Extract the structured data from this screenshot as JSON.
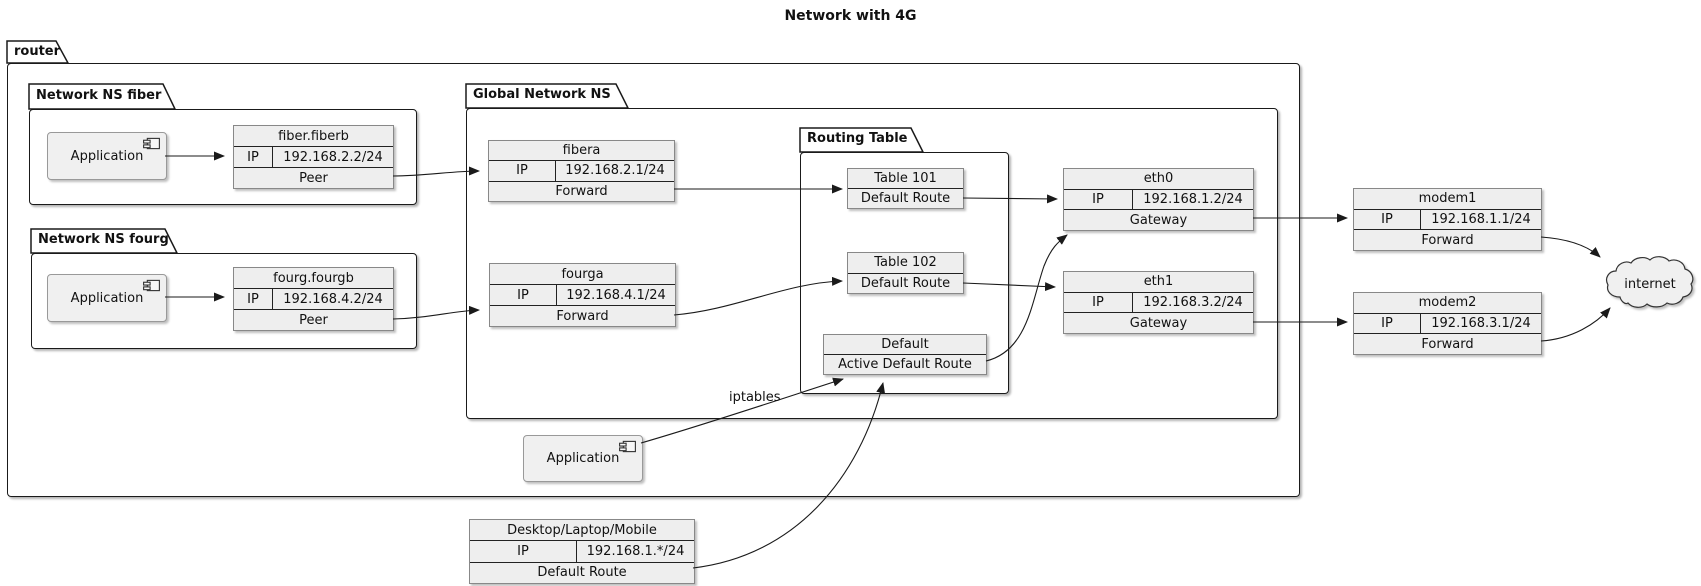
{
  "title": "Network with 4G",
  "frames": {
    "router": "router",
    "ns_fiber": "Network NS fiber",
    "ns_fourg": "Network NS fourg",
    "global_ns": "Global Network NS",
    "routing": "Routing Table"
  },
  "components": {
    "app_fiber": "Application",
    "app_fourg": "Application",
    "app_global": "Application"
  },
  "tables": {
    "fiberb": {
      "title": "fiber.fiberb",
      "ip_label": "IP",
      "ip": "192.168.2.2/24",
      "footer": "Peer"
    },
    "fourgb": {
      "title": "fourg.fourgb",
      "ip_label": "IP",
      "ip": "192.168.4.2/24",
      "footer": "Peer"
    },
    "fibera": {
      "title": "fibera",
      "ip_label": "IP",
      "ip": "192.168.2.1/24",
      "footer": "Forward"
    },
    "fourga": {
      "title": "fourga",
      "ip_label": "IP",
      "ip": "192.168.4.1/24",
      "footer": "Forward"
    },
    "table101": {
      "title": "Table 101",
      "footer": "Default Route"
    },
    "table102": {
      "title": "Table 102",
      "footer": "Default Route"
    },
    "default_route": {
      "title": "Default",
      "footer": "Active Default Route"
    },
    "eth0": {
      "title": "eth0",
      "ip_label": "IP",
      "ip": "192.168.1.2/24",
      "footer": "Gateway"
    },
    "eth1": {
      "title": "eth1",
      "ip_label": "IP",
      "ip": "192.168.3.2/24",
      "footer": "Gateway"
    },
    "modem1": {
      "title": "modem1",
      "ip_label": "IP",
      "ip": "192.168.1.1/24",
      "footer": "Forward"
    },
    "modem2": {
      "title": "modem2",
      "ip_label": "IP",
      "ip": "192.168.3.1/24",
      "footer": "Forward"
    },
    "desktop": {
      "title": "Desktop/Laptop/Mobile",
      "ip_label": "IP",
      "ip": "192.168.1.*/24",
      "footer": "Default Route"
    }
  },
  "labels": {
    "iptables": "iptables",
    "internet": "internet"
  },
  "colors": {
    "node_fill": "#eeeeee",
    "node_border": "#888888",
    "frame_border": "#1a1a1a",
    "connector": "#1a1a1a",
    "cloud_fill": "#f0f0f0"
  }
}
